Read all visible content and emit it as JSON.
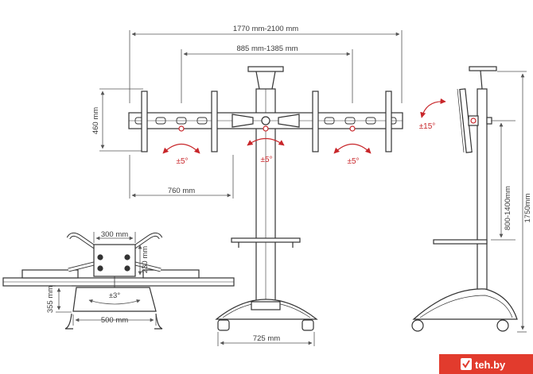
{
  "front": {
    "width_total": "1770 mm-2100 mm",
    "width_inner": "885 mm-1385 mm",
    "height_bracket": "460 mm",
    "half_width": "760 mm",
    "tilt_left": "±5°",
    "tilt_center": "±5°",
    "tilt_right": "±5°",
    "base_width": "725 mm"
  },
  "side": {
    "tilt": "±15°",
    "height_range": "800-1400mm",
    "height_total": "1750mm"
  },
  "top": {
    "vesa_width": "300 mm",
    "vesa_height": "230 mm",
    "depth": "355 mm",
    "base_depth": "500 mm",
    "rotation": "±3°"
  },
  "watermark": {
    "text": "teh.by",
    "color": "#e23b2d"
  },
  "colors": {
    "line": "#333333",
    "dimension": "#555555",
    "accent": "#c8262a"
  }
}
